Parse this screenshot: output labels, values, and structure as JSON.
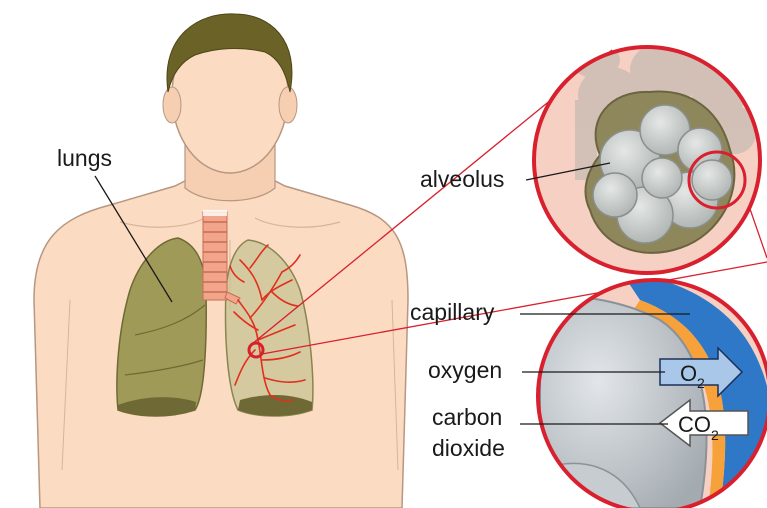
{
  "labels": {
    "lungs": "lungs",
    "alveolus": "alveolus",
    "capillary": "capillary",
    "oxygen": "oxygen",
    "carbon_dioxide_line1": "carbon",
    "carbon_dioxide_line2": "dioxide"
  },
  "arrows": {
    "o2_main": "O",
    "o2_sub": "2",
    "co2_main": "CO",
    "co2_sub": "2"
  },
  "colors": {
    "skin": "#fbdcc2",
    "skin_outline": "#b89680",
    "hair": "#6b6227",
    "lung": "#a09a58",
    "lung_dark": "#6f6a35",
    "trachea": "#f2a58a",
    "vessel_red": "#e0301e",
    "circle_red": "#d9202e",
    "capillary_blue": "#2f78c8",
    "capillary_orange": "#f6a13a",
    "alveolus_gray": "#c9cdcc",
    "zoom_bg": "#f6d0c3",
    "o2_arrow": "#a9c8e9"
  }
}
